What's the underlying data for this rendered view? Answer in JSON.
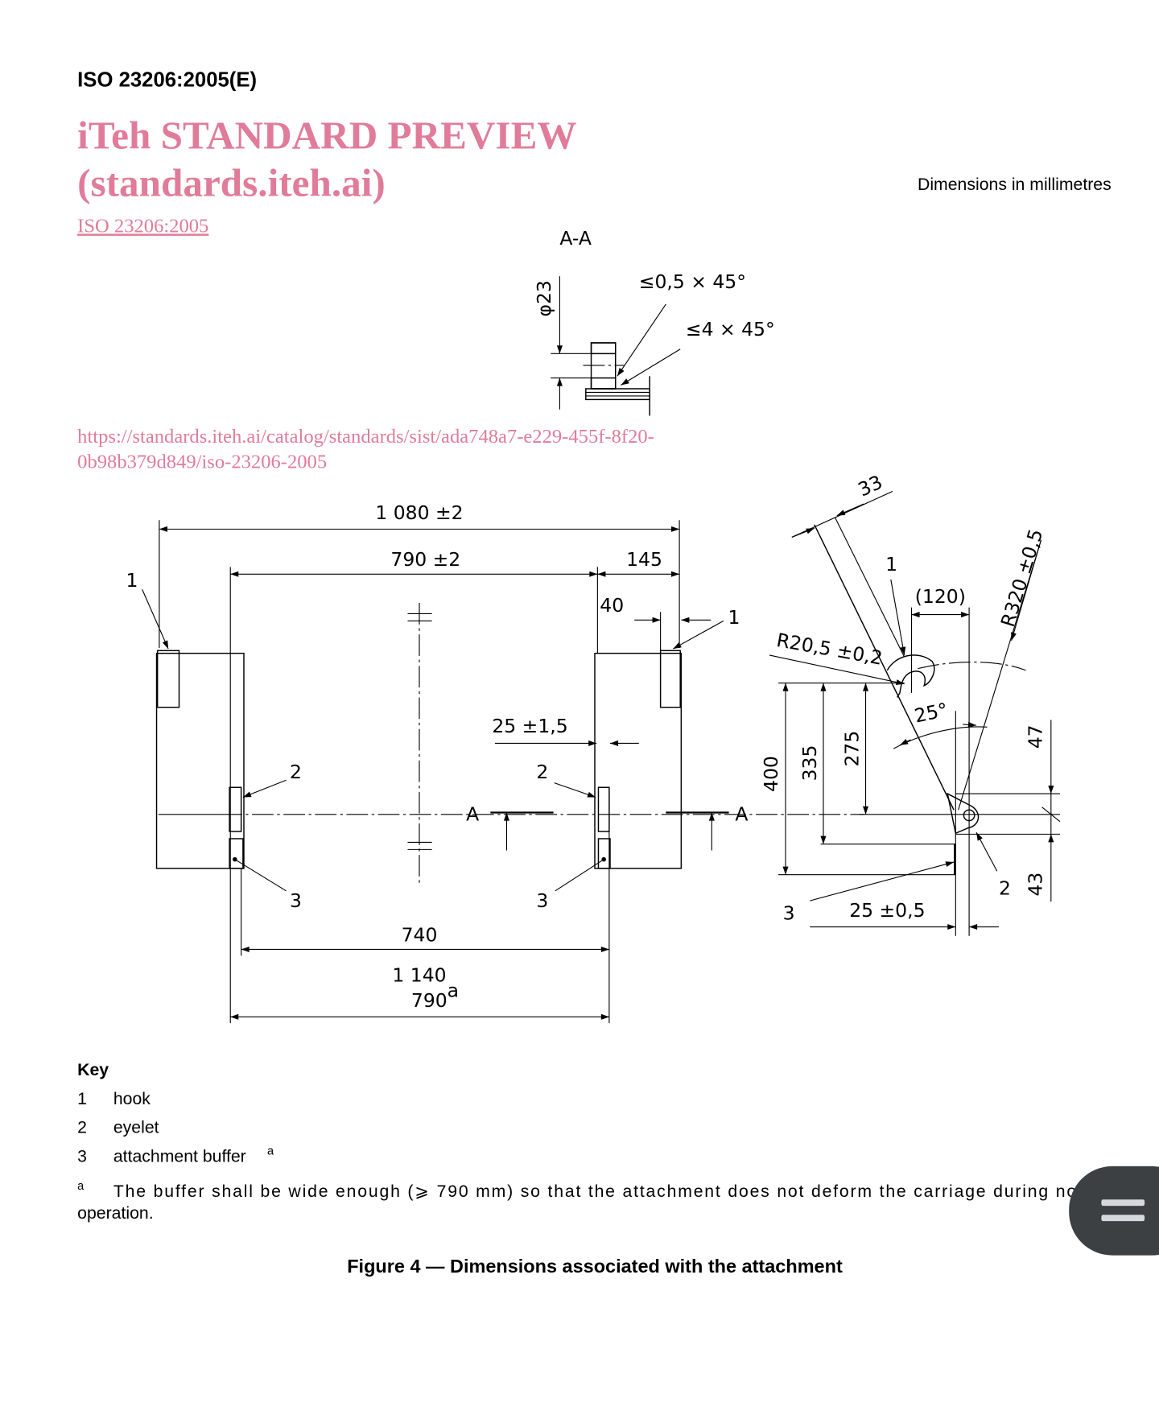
{
  "header": {
    "doc_id": "ISO 23206:2005(E)",
    "units_note": "Dimensions in millimetres"
  },
  "section_view": {
    "title": "A-A",
    "diameter": "φ23",
    "chamfer_1": "≤0,5 × 45°",
    "chamfer_2": "≤4 × 45°"
  },
  "front_view": {
    "dim_overall": "1 080 ±2",
    "dim_inner": "790 ±2",
    "dim_145": "145",
    "dim_40": "40",
    "dim_25": "25 ±1,5",
    "dim_740": "740",
    "dim_1140": "1 140",
    "dim_790a": "790",
    "footnote_mark": "a",
    "section_mark": "A",
    "labels": {
      "hook": "1",
      "eyelet": "2",
      "buffer": "3"
    }
  },
  "side_view": {
    "dim_33": "33",
    "dim_120": "(120)",
    "radius_320": "R320 ±0,5",
    "radius_20": "R20,5 ±0,2",
    "angle": "25°",
    "dim_400": "400",
    "dim_335": "335",
    "dim_275": "275",
    "dim_47": "47",
    "dim_43": "43",
    "dim_25": "25 ±0,5"
  },
  "watermark": {
    "line1": "iTeh STANDARD PREVIEW",
    "line2": "(standards.iteh.ai)",
    "link": "ISO 23206:2005",
    "url1": "https://standards.iteh.ai/catalog/standards/sist/ada748a7-e229-455f-8f20-",
    "url2": "0b98b379d849/iso-23206-2005"
  },
  "key": {
    "title": "Key",
    "items": [
      {
        "num": "1",
        "label": "hook"
      },
      {
        "num": "2",
        "label": "eyelet"
      },
      {
        "num": "3",
        "label": "attachment buffer",
        "sup": "a"
      }
    ],
    "footnote_mark": "a",
    "footnote_line1": "The buffer shall be wide enough (⩾ 790 mm) so that the attachment does not deform the carriage during no",
    "footnote_line2": "operation."
  },
  "caption": "Figure 4 — Dimensions associated with the attachment",
  "menu_button": {
    "icon": "hamburger-icon",
    "color": "#3c4043"
  }
}
